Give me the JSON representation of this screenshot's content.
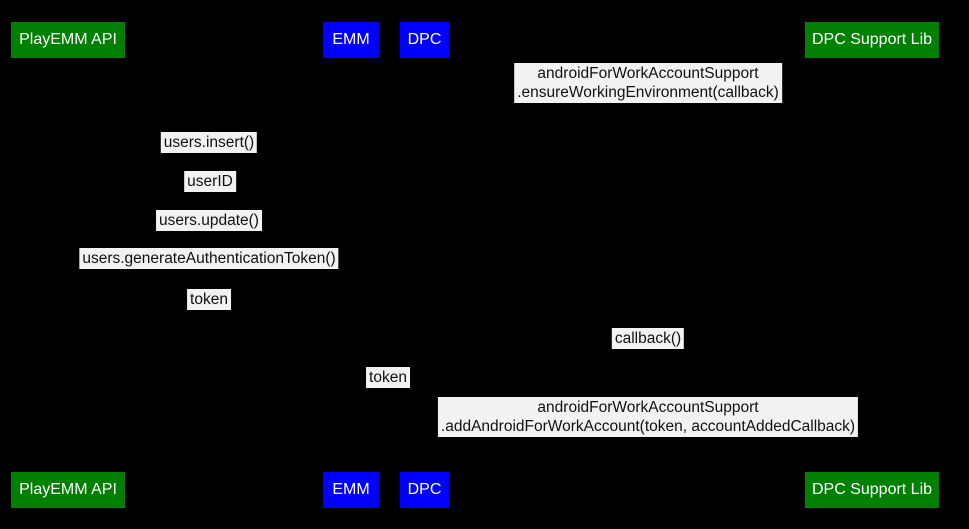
{
  "diagram": {
    "type": "sequence-diagram",
    "colors": {
      "background": "#000000",
      "actor_green": "#008000",
      "actor_blue": "#0000ff",
      "label_background": "#f2f2f2",
      "label_text": "#111111",
      "actor_text": "#ffffff"
    },
    "actors": [
      {
        "name": "PlayEMM API",
        "color": "#008000"
      },
      {
        "name": "EMM",
        "color": "#0000ff"
      },
      {
        "name": "DPC",
        "color": "#0000ff"
      },
      {
        "name": "DPC Support Lib",
        "color": "#008000"
      }
    ],
    "messages": [
      {
        "lines": [
          "androidForWorkAccountSupport",
          ".ensureWorkingEnvironment(callback)"
        ]
      },
      {
        "lines": [
          "users.insert()"
        ]
      },
      {
        "lines": [
          "userID"
        ]
      },
      {
        "lines": [
          "users.update()"
        ]
      },
      {
        "lines": [
          "users.generateAuthenticationToken()"
        ]
      },
      {
        "lines": [
          "token"
        ]
      },
      {
        "lines": [
          "callback()"
        ]
      },
      {
        "lines": [
          "token"
        ]
      },
      {
        "lines": [
          "androidForWorkAccountSupport",
          ".addAndroidForWorkAccount(token, accountAddedCallback)"
        ]
      }
    ]
  }
}
